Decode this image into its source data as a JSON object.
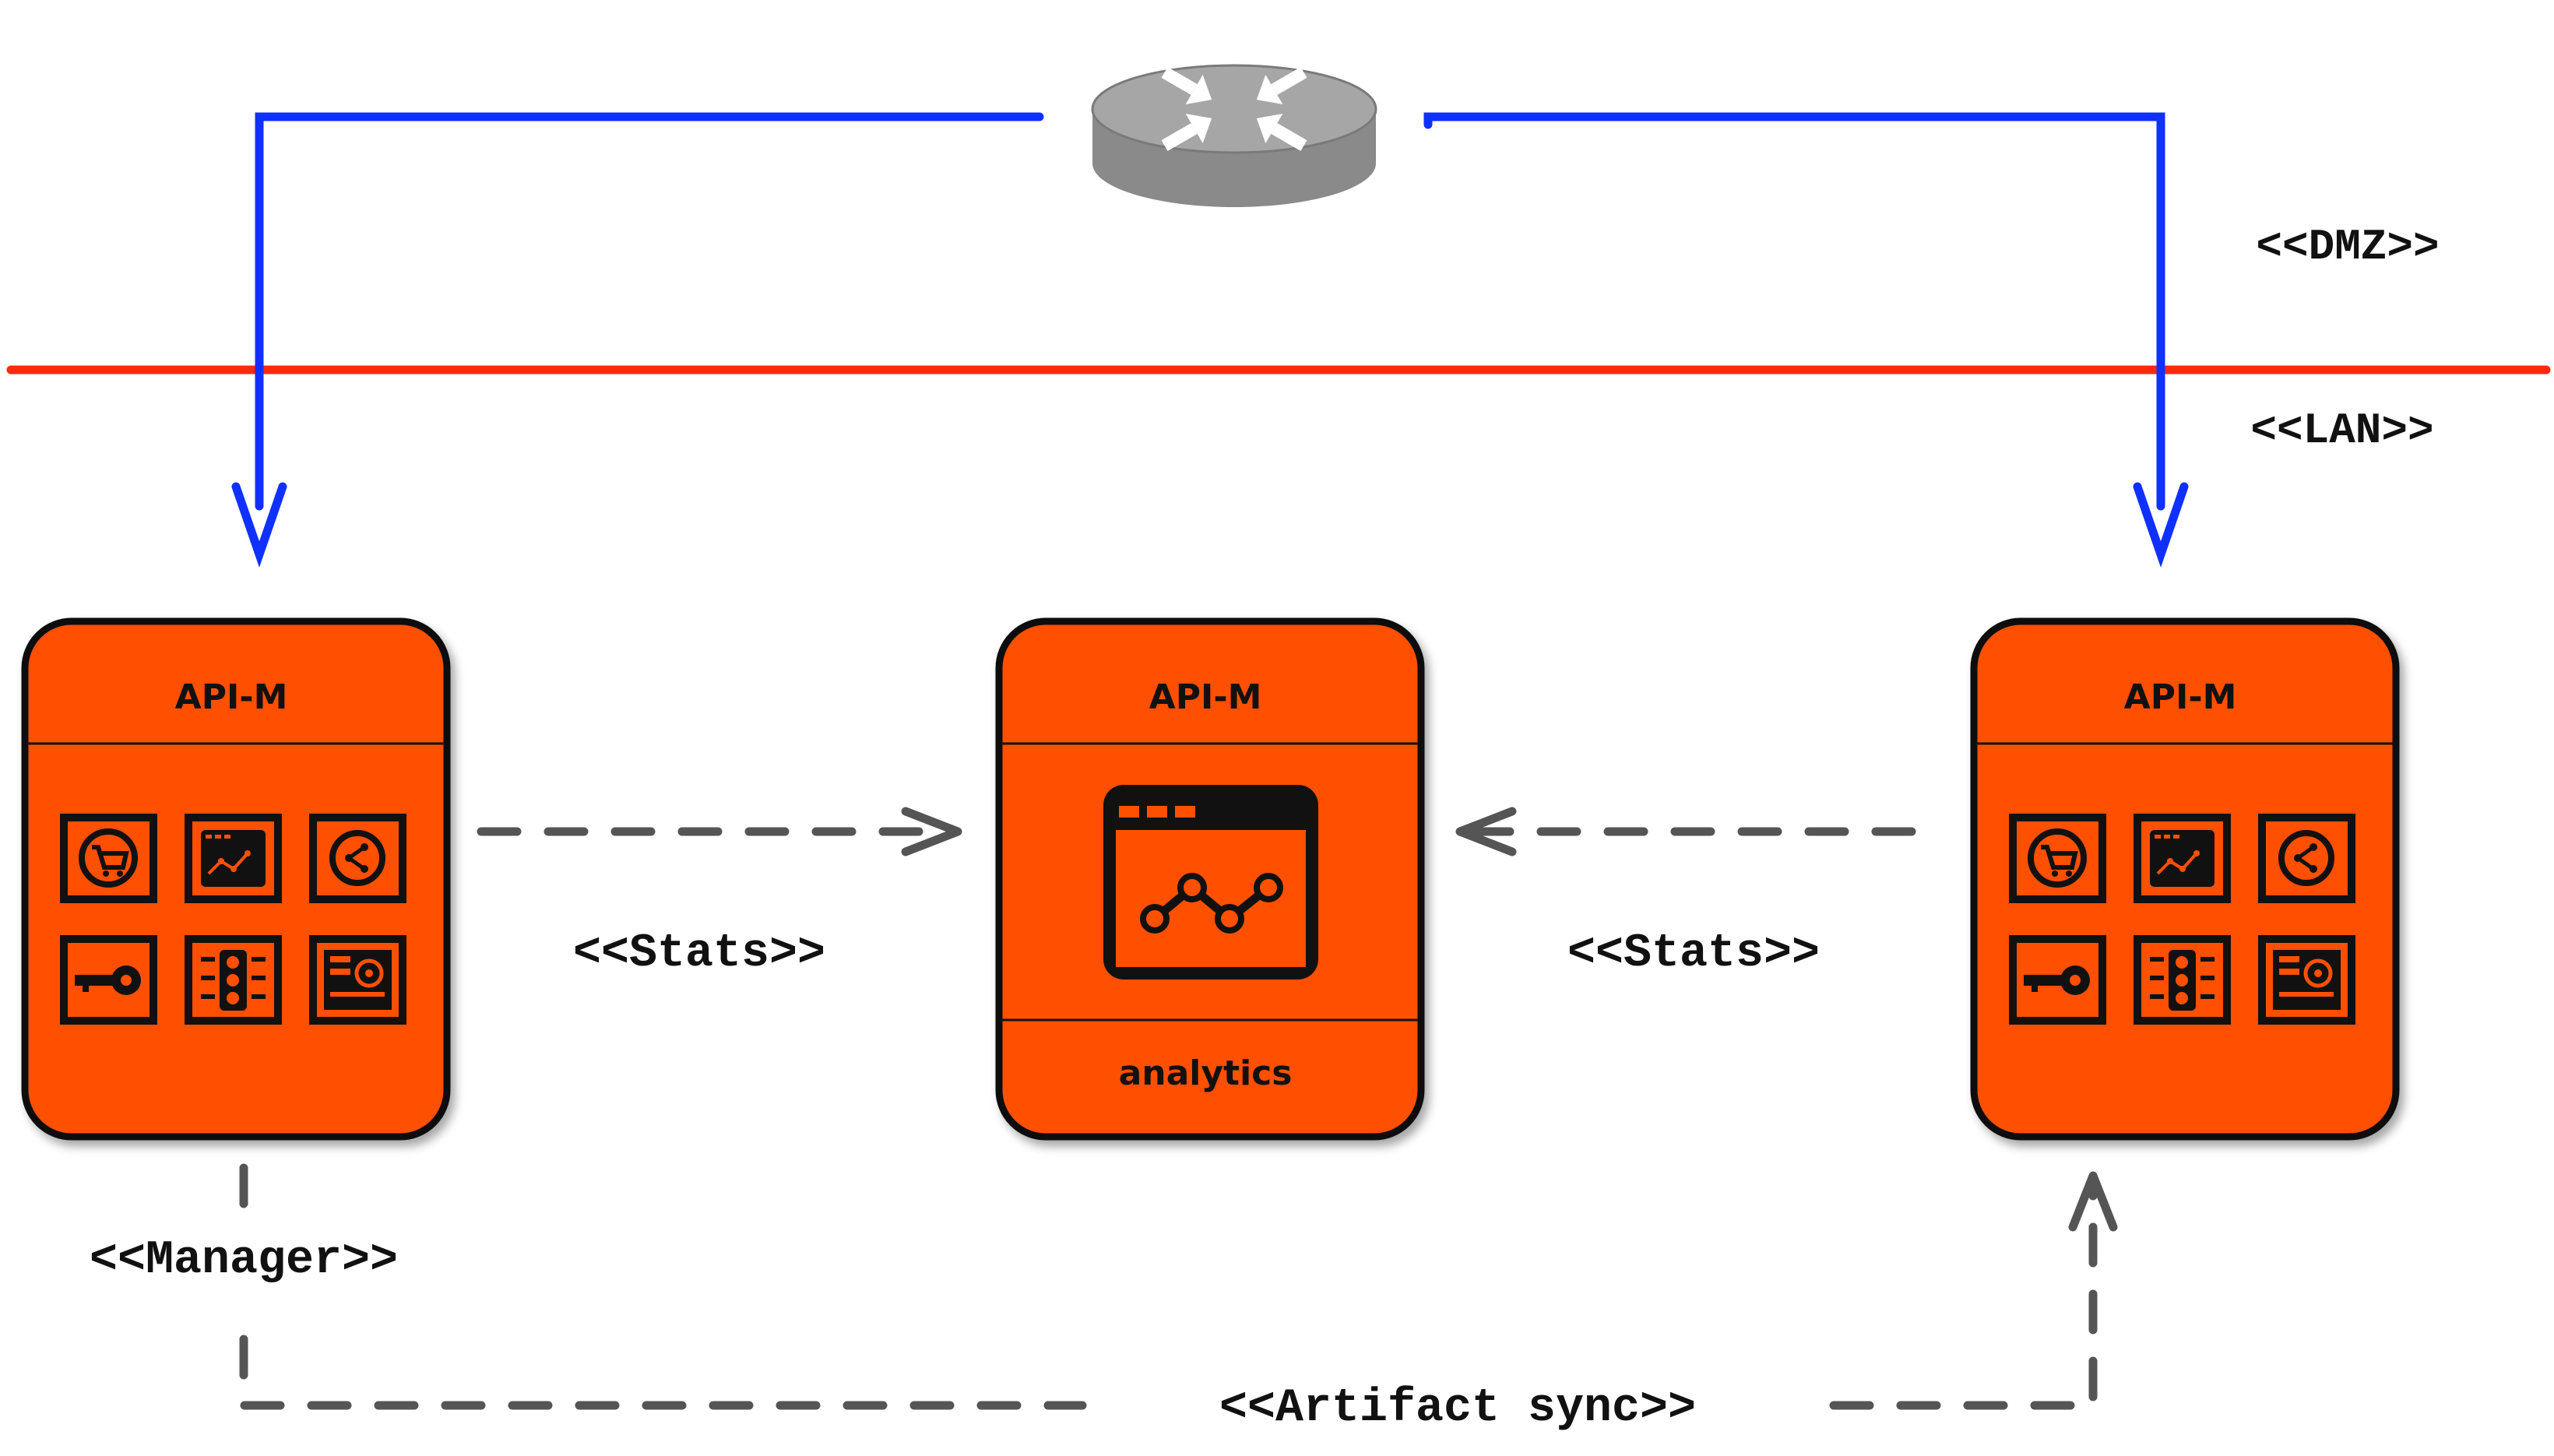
{
  "colors": {
    "node_fill": "#ff5000",
    "node_stroke": "#111111",
    "link_blue": "#1030ff",
    "boundary_red": "#ff2a10",
    "dashed_gray": "#555555",
    "router_gray": "#8a8a8a"
  },
  "zones": {
    "dmz": "<<DMZ>>",
    "lan": "<<LAN>>"
  },
  "router": {
    "icon": "router-icon"
  },
  "nodes": {
    "left": {
      "title": "API-M",
      "icons": [
        "store-icon",
        "publisher-icon",
        "share-icon",
        "key-icon",
        "traffic-light-icon",
        "gateway-server-icon"
      ]
    },
    "center": {
      "title": "API-M",
      "icon": "analytics-dashboard-icon",
      "footer": "analytics"
    },
    "right": {
      "title": "API-M",
      "icons": [
        "store-icon",
        "publisher-icon",
        "share-icon",
        "key-icon",
        "traffic-light-icon",
        "gateway-server-icon"
      ]
    }
  },
  "edges": {
    "stats_left": "<<Stats>>",
    "stats_right": "<<Stats>>",
    "manager": "<<Manager>>",
    "artifact_sync": "<<Artifact sync>>"
  }
}
